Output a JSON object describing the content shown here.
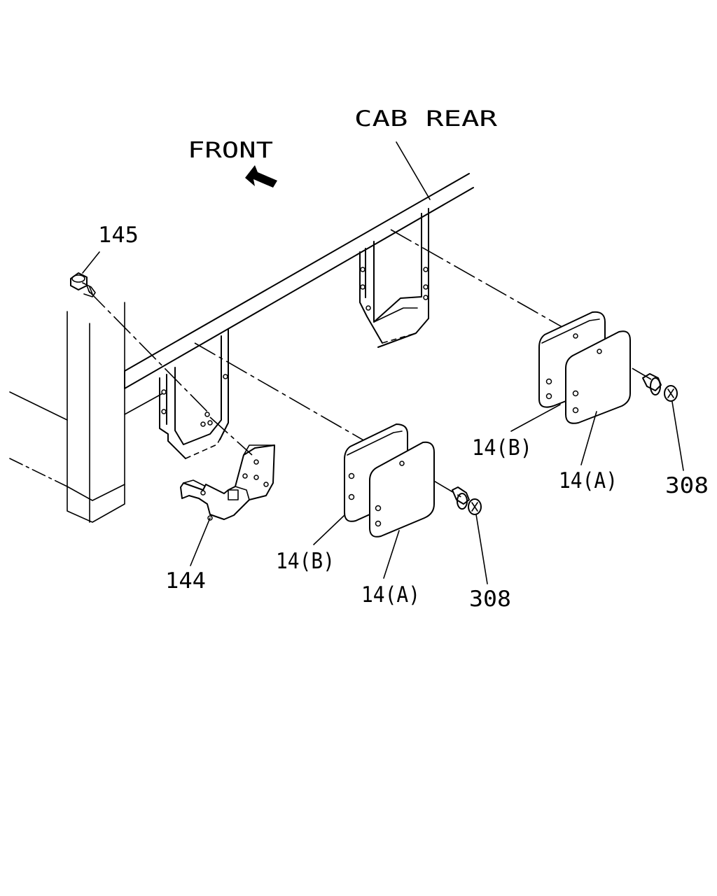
{
  "labels": {
    "cab_rear": "CAB REAR",
    "front": "FRONT",
    "p145": "145",
    "p144": "144",
    "p14b_left": "14(B)",
    "p14a_left": "14(A)",
    "p308_left": "308",
    "p14b_right": "14(B)",
    "p14a_right": "14(A)",
    "p308_right": "308"
  },
  "icons": {
    "front_arrow": "arrow-pointing-front-icon"
  },
  "colors": {
    "line": "#000000",
    "background": "#ffffff"
  }
}
